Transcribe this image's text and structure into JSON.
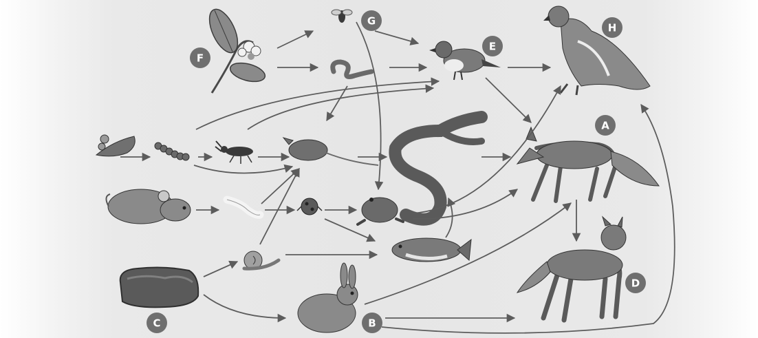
{
  "labels": {
    "A": "A",
    "B": "B",
    "C": "C",
    "D": "D",
    "E": "E",
    "F": "F",
    "G": "G",
    "H": "H"
  },
  "organisms": [
    "plant-f",
    "fly",
    "earthworm",
    "sparrow",
    "hawk",
    "oak-leaf",
    "caterpillar",
    "beetle",
    "shrew",
    "snake",
    "fox-a",
    "mouse",
    "maggot",
    "ladybird",
    "frog",
    "snail",
    "fish",
    "moss",
    "rabbit",
    "fox-d"
  ],
  "colors": {
    "arrow": "#5c5c5c",
    "label_circle": "#6f6f6f",
    "label_text": "#ffffff"
  }
}
